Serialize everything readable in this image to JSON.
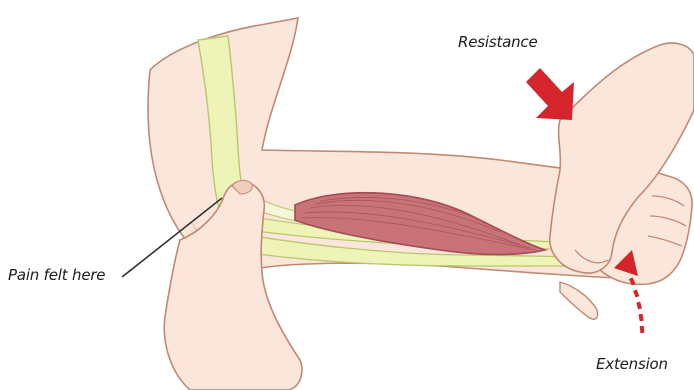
{
  "labels": {
    "resistance": "Resistance",
    "pain": "Pain felt here",
    "extension": "Extension"
  },
  "colors": {
    "skin": "#fbe6db",
    "skin_shadow": "#f0cdbd",
    "outline": "#c08a72",
    "bone": "#eef3b8",
    "bone_outline": "#b9c76c",
    "muscle": "#c97379",
    "muscle_dark": "#a24b55",
    "arrow_red": "#d5252c"
  },
  "icons": {
    "resistance_arrow": "solid-red-arrow-icon",
    "extension_arrow": "dotted-red-arrow-icon"
  }
}
